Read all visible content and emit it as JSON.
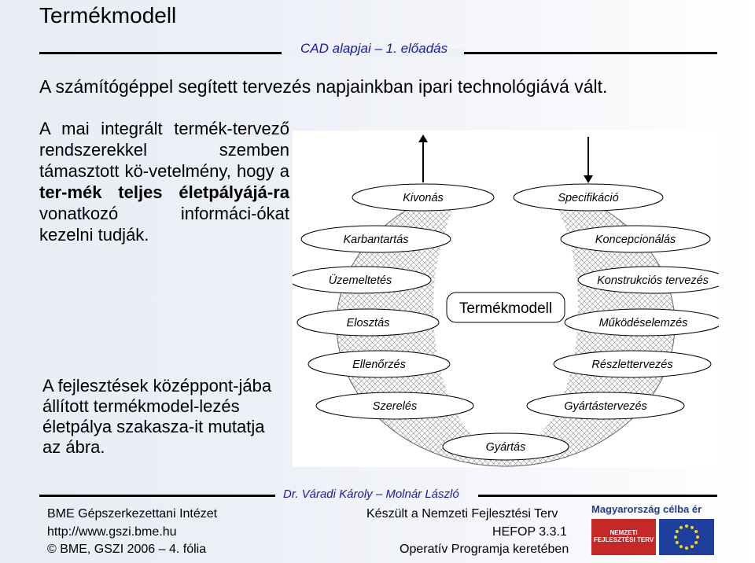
{
  "slide": {
    "title": "Termékmodell",
    "subtitle": "CAD alapjai – 1. előadás",
    "headline": "A számítógéppel segített tervezés napjainkban ipari technológiává vált.",
    "para1": {
      "t1": "A mai integrált termék-tervező rendszerekkel szemben támasztott kö-vetelmény, hogy a ",
      "bold": "ter-mék teljes életpályájá-ra",
      "t2": " vonatkozó informáci-ókat kezelni tudják."
    },
    "para2": "A fejlesztések középpont-jába állított termékmodel-lezés életpálya szakasza-it mutatja az ábra."
  },
  "diagram": {
    "center": "Termékmodell",
    "left_labels": [
      "Kivonás",
      "Karbantartás",
      "Üzemeltetés",
      "Elosztás",
      "Ellenőrzés",
      "Szerelés"
    ],
    "right_labels": [
      "Specifikáció",
      "Koncepcionálás",
      "Konstrukciós tervezés",
      "Működéselemzés",
      "Részlettervezés",
      "Gyártástervezés"
    ],
    "bottom_label": "Gyártás"
  },
  "footer": {
    "authors": "Dr. Váradi Károly – Molnár László",
    "institute": "BME Gépszerkezettani Intézet",
    "url": "http://www.gszi.bme.hu",
    "copyright": "© BME, GSZI 2006 – 4. fólia",
    "mid1": "Készült a Nemzeti Fejlesztési Terv",
    "mid2": "HEFOP 3.3.1",
    "mid3": "Operatív Programja keretében",
    "logo_slogan": "Magyarország célba ér",
    "logo_nft": "NEMZETI FEJLESZTÉSI TERV"
  }
}
